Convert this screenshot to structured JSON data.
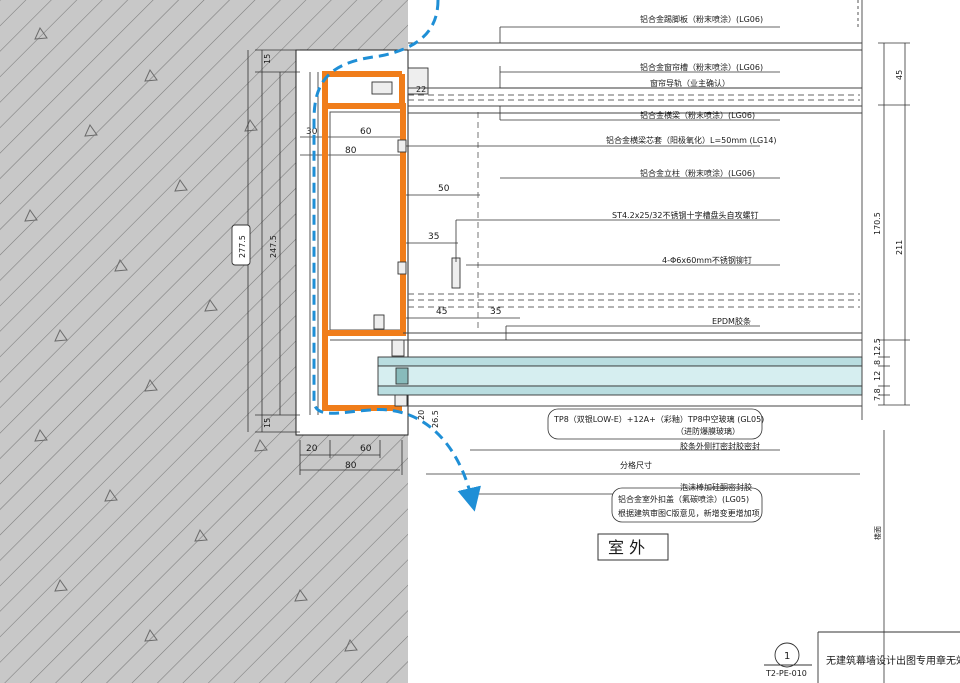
{
  "labels": {
    "l1": "铝合金踢脚板（粉末喷涂）(LG06)",
    "l2": "铝合金窗帘槽（粉末喷涂）(LG06)",
    "l3": "窗帘导轨（业主确认）",
    "l4": "铝合金横梁（粉末喷涂）(LG06)",
    "l5": "铝合金横梁芯套（阳极氧化）L=50mm (LG14)",
    "l6": "铝合金立柱（粉末喷涂）(LG06)",
    "l7": "ST4.2x25/32不锈钢十字槽盘头自攻螺钉",
    "l8": "4-Φ6x60mm不锈钢铆钉",
    "l9": "EPDM胶条",
    "l10": "TP8（双银LOW-E）+12A+（彩釉）TP8中空玻璃 (GL05)",
    "l10b": "（进防爆膜玻璃）",
    "l11": "胶条外侧打密封胶密封",
    "l12": "分格尺寸",
    "l13": "泡沫棒加硅酮密封胶",
    "l14": "铝合金室外扣盖（氟碳喷涂）(LG05)",
    "l14b": "根据建筑审图C版意见，新增变更增加项"
  },
  "room_label": "室 外",
  "floor_label": "楼面",
  "section_mark": {
    "number": "1",
    "sheet": "T2-PE-010"
  },
  "title_block": "无建筑幕墙设计出图专用章无效",
  "dims": {
    "d15a": "15",
    "d2775": "277.5",
    "d2475": "247.5",
    "d15b": "15",
    "d30": "30",
    "d60a": "60",
    "d80a": "80",
    "d50": "50",
    "d35a": "35",
    "d45": "45",
    "d35b": "35",
    "d20": "20",
    "d60b": "60",
    "d80b": "80",
    "d20v": "20",
    "d265": "26.5",
    "r45": "45",
    "r1705": "170.5",
    "r211": "211",
    "r125": "12.5",
    "r8": "8",
    "r12": "12",
    "r78": "7.8",
    "r22": "22"
  },
  "colors": {
    "frame": "#f07d1a",
    "wall": "#c8c8c8",
    "glass": "#b9dde0",
    "airflow": "#1f8fd6"
  }
}
